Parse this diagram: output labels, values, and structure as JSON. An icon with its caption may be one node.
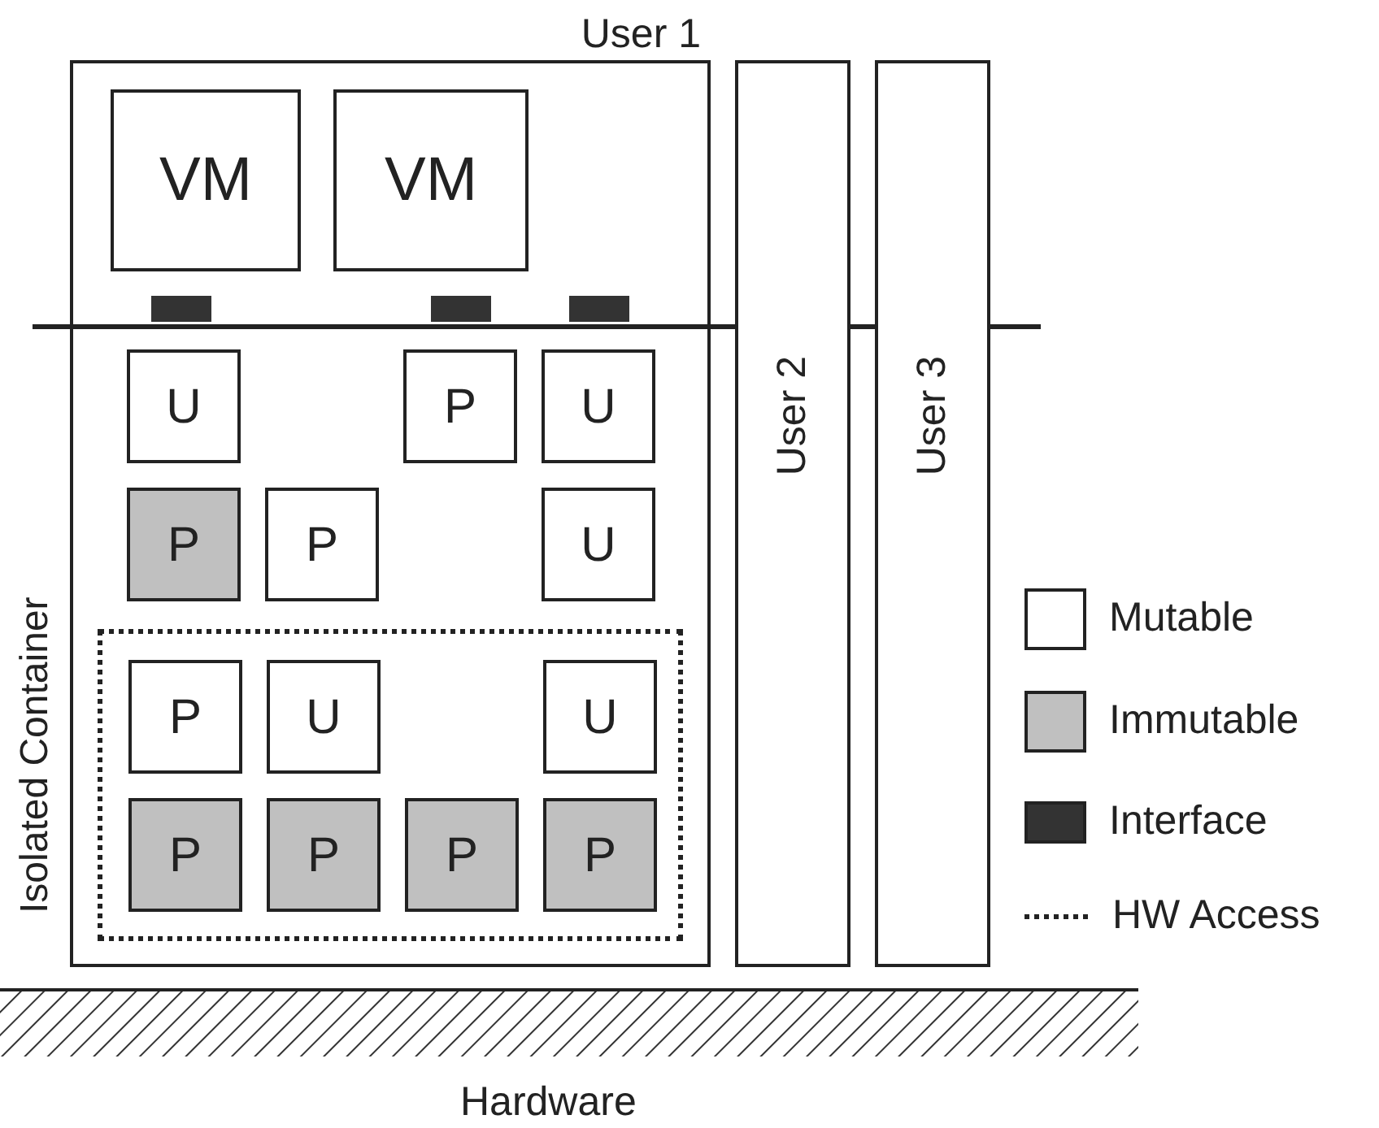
{
  "diagram": {
    "nodes": [
      {
        "text": [
          "User 1"
        ]
      },
      {
        "text": [
          "VM"
        ],
        "in": 0
      },
      {
        "text": [
          "VM"
        ],
        "in": 0
      },
      {
        "text": [],
        "shape": "bar",
        "in": 0
      },
      {
        "text": [],
        "shape": "bar",
        "in": 0
      },
      {
        "text": [],
        "shape": "bar",
        "in": 0
      },
      {
        "text": [
          "U"
        ],
        "in": 0
      },
      {
        "text": [
          "P"
        ],
        "in": 0
      },
      {
        "text": [
          "U"
        ],
        "in": 0
      },
      {
        "text": [
          "P"
        ],
        "in": 0
      },
      {
        "text": [
          "P"
        ],
        "in": 0
      },
      {
        "text": [
          "U"
        ],
        "in": 0
      },
      {
        "text": [],
        "shape": "box",
        "in": 0
      },
      {
        "text": [
          "P"
        ],
        "in": 12
      },
      {
        "text": [
          "U"
        ],
        "in": 12
      },
      {
        "text": [
          "U"
        ],
        "in": 12
      },
      {
        "text": [
          "P"
        ],
        "in": 12
      },
      {
        "text": [
          "P"
        ],
        "in": 12
      },
      {
        "text": [
          "P"
        ],
        "in": 12
      },
      {
        "text": [
          "P"
        ],
        "in": 12
      },
      {
        "text": [
          "User 2"
        ]
      },
      {
        "text": [
          "User 3"
        ]
      },
      {
        "text": [
          "Hardware"
        ]
      }
    ],
    "edges": [],
    "labels": [
      "Isolated Container"
    ],
    "legend": [
      {
        "text": "Mutable",
        "color": "#ffffff"
      },
      {
        "text": "Immutable",
        "color": "#c0c0c0"
      },
      {
        "text": "Interface",
        "color": "#333333"
      },
      {
        "text": "HW Access"
      }
    ]
  }
}
